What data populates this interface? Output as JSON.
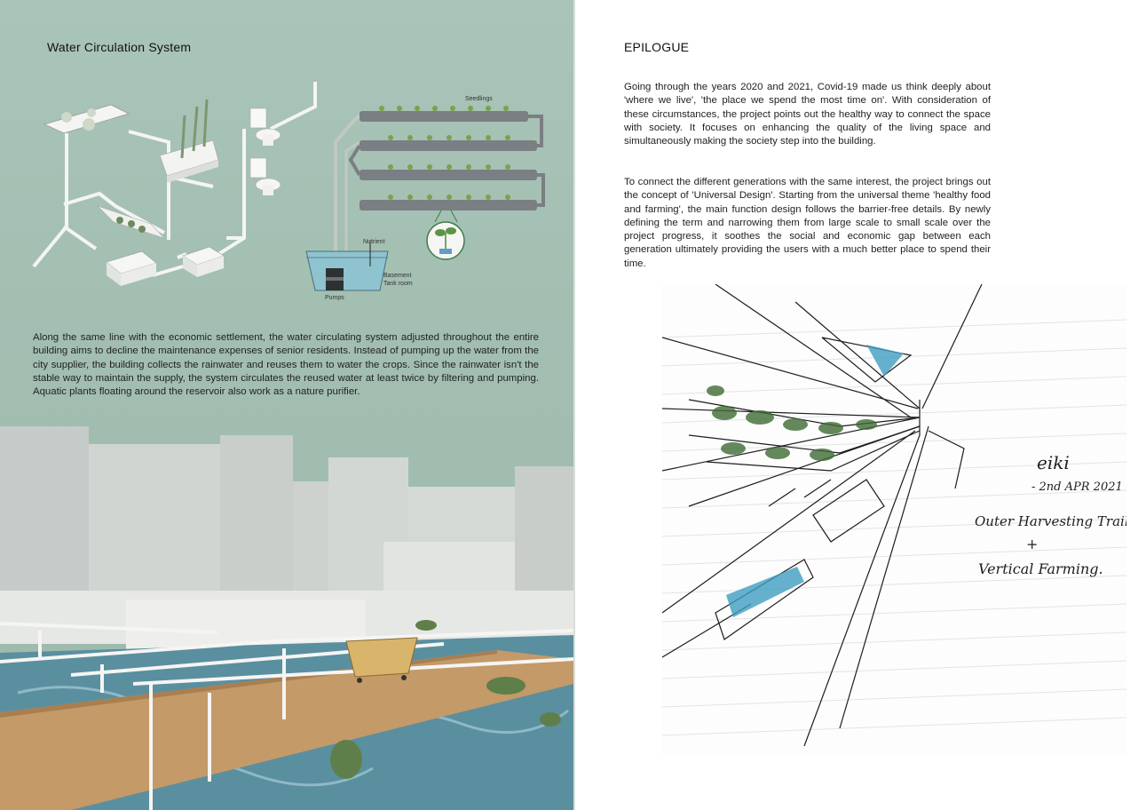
{
  "left": {
    "title": "Water Circulation System",
    "labels": {
      "seedlings": "Seedlings",
      "nutrient": "Nutrient",
      "basement": "Basement",
      "tank_room": "Tank room",
      "pumps": "Pumps"
    },
    "paragraph": " Along the same line with the economic settlement, the water circulating system adjusted throughout the entire building aims to decline the maintenance expenses of senior residents. Instead of pumping up the water from the city supplier, the building collects the rainwater and reuses them to water the crops. Since the rainwater isn't the stable way to maintain the supply, the system circulates the reused water at least twice by filtering and pumping. Aquatic plants floating around the reservoir also work as a nature purifier."
  },
  "right": {
    "title": "EPILOGUE",
    "paragraph1": " Going through the years 2020 and 2021, Covid-19 made us think deeply about 'where we live', 'the place we spend the most time on'. With consideration of these circumstances, the project points out the healthy way to connect the space with society. It focuses on enhancing the quality of the living space and simultaneously making the society step into the building.",
    "paragraph2": " To connect the different generations with the same interest, the project brings out the concept of 'Universal Design'. Starting from the universal theme 'healthy food and farming', the main function design follows the barrier-free details. By newly defining the term and narrowing them from large scale to small scale over the project progress, it soothes the social and economic gap between each generation ultimately providing the users with a much better place to spend their time.",
    "sketch": {
      "signature": "eiki",
      "date": "- 2nd APR 2021",
      "line1": "Outer Harvesting Trail",
      "plus": "+",
      "line2": "Vertical Farming."
    }
  },
  "colors": {
    "left_background": "#a2beb1",
    "water": "#5a8fa0",
    "deck": "#c49a68",
    "tank": "#8fc3cf",
    "sketch_blue": "#3e9ec0"
  }
}
